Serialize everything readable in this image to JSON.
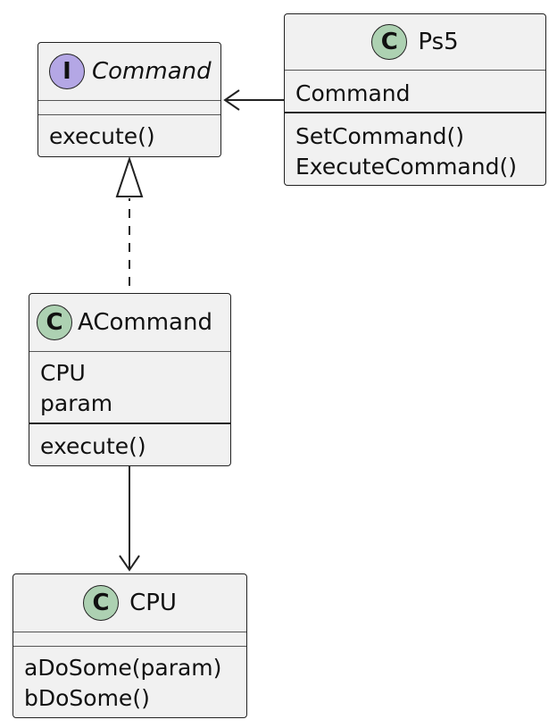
{
  "diagram": {
    "type": "uml-class",
    "classes": {
      "command": {
        "kind": "interface",
        "badge": "I",
        "name": "Command",
        "fields": [],
        "methods": [
          "execute()"
        ]
      },
      "ps5": {
        "kind": "class",
        "badge": "C",
        "name": "Ps5",
        "fields": [
          "Command"
        ],
        "methods": [
          "SetCommand()",
          "ExecuteCommand()"
        ]
      },
      "acommand": {
        "kind": "class",
        "badge": "C",
        "name": "ACommand",
        "fields": [
          "CPU",
          "param"
        ],
        "methods": [
          "execute()"
        ]
      },
      "cpu": {
        "kind": "class",
        "badge": "C",
        "name": "CPU",
        "fields": [],
        "methods": [
          "aDoSome(param)",
          "bDoSome()"
        ]
      }
    },
    "relations": [
      {
        "from": "Ps5",
        "to": "Command",
        "kind": "association"
      },
      {
        "from": "ACommand",
        "to": "Command",
        "kind": "realization"
      },
      {
        "from": "ACommand",
        "to": "CPU",
        "kind": "association"
      }
    ],
    "colors": {
      "class_fill": "#f1f1f1",
      "class_badge": "#add1b2",
      "interface_badge": "#b4a7e5",
      "border": "#222222"
    }
  }
}
